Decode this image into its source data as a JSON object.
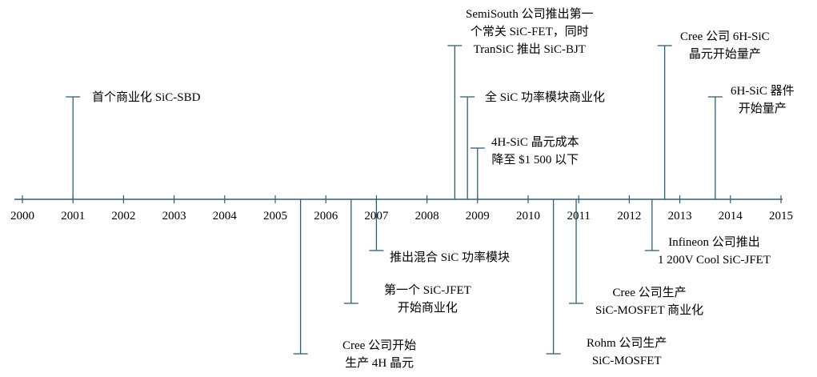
{
  "colors": {
    "line": "#2e5f7a",
    "text": "#000000"
  },
  "axis": {
    "years": [
      "2000",
      "2001",
      "2002",
      "2003",
      "2004",
      "2005",
      "2006",
      "2007",
      "2008",
      "2009",
      "2010",
      "2011",
      "2012",
      "2013",
      "2014",
      "2015"
    ]
  },
  "events": [
    {
      "id": "e1",
      "year_value": 2001.0,
      "side": "above",
      "level": "tall-mid",
      "lines": [
        "首个商业化 SiC-SBD"
      ]
    },
    {
      "id": "e2",
      "year_value": 2005.5,
      "side": "below",
      "level": "deep",
      "lines": [
        "Cree 公司开始",
        "生产 4H 晶元"
      ]
    },
    {
      "id": "e3",
      "year_value": 2006.5,
      "side": "below",
      "level": "mid",
      "lines": [
        "第一个 SiC-JFET",
        "开始商业化"
      ]
    },
    {
      "id": "e4",
      "year_value": 2007.0,
      "side": "below",
      "level": "short",
      "lines": [
        "推出混合 SiC 功率模块"
      ]
    },
    {
      "id": "e5",
      "year_value": 2008.55,
      "side": "above",
      "level": "top",
      "lines": [
        "SemiSouth 公司推出第一",
        "个常关 SiC-FET，同时",
        "TranSiC 推出 SiC-BJT"
      ]
    },
    {
      "id": "e6",
      "year_value": 2008.8,
      "side": "above",
      "level": "tall-mid",
      "lines": [
        "全 SiC 功率模块商业化"
      ]
    },
    {
      "id": "e7",
      "year_value": 2009.0,
      "side": "above",
      "level": "low",
      "lines": [
        "4H-SiC 晶元成本",
        "降至 $1 500 以下"
      ]
    },
    {
      "id": "e8",
      "year_value": 2010.5,
      "side": "below",
      "level": "deep",
      "lines": [
        "Rohm 公司生产",
        "SiC-MOSFET"
      ]
    },
    {
      "id": "e9",
      "year_value": 2010.95,
      "side": "below",
      "level": "mid",
      "lines": [
        "Cree 公司生产",
        "SiC-MOSFET 商业化"
      ]
    },
    {
      "id": "e10",
      "year_value": 2012.45,
      "side": "below",
      "level": "short",
      "lines": [
        "Infineon 公司推出",
        "1 200V Cool SiC-JFET"
      ]
    },
    {
      "id": "e11",
      "year_value": 2012.7,
      "side": "above",
      "level": "top",
      "lines": [
        "Cree 公司 6H-SiC",
        "晶元开始量产"
      ]
    },
    {
      "id": "e12",
      "year_value": 2013.7,
      "side": "above",
      "level": "tall-mid",
      "lines": [
        "6H-SiC 器件",
        "开始量产"
      ]
    }
  ]
}
